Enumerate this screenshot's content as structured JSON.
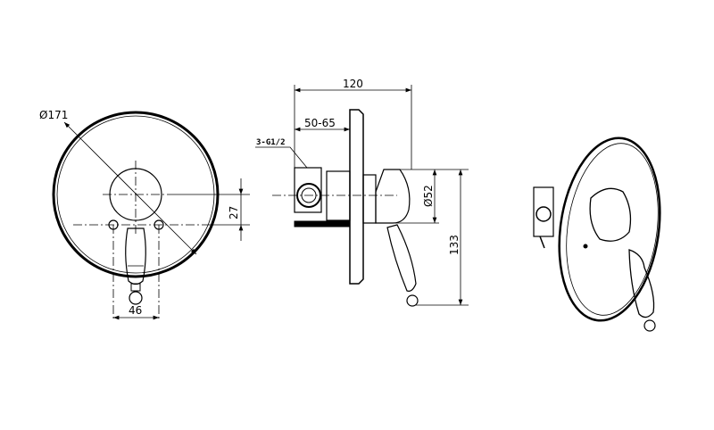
{
  "drawing": {
    "front_view": {
      "diameter_label": "Ø171",
      "center_offset_label": "27",
      "hole_spacing_label": "46"
    },
    "side_view": {
      "overall_depth_label": "120",
      "install_depth_label": "50-65",
      "connection_label": "3-G1/2",
      "knob_diameter_label": "Ø52",
      "height_label": "133"
    }
  },
  "colors": {
    "line": "#000000",
    "background": "#ffffff"
  }
}
